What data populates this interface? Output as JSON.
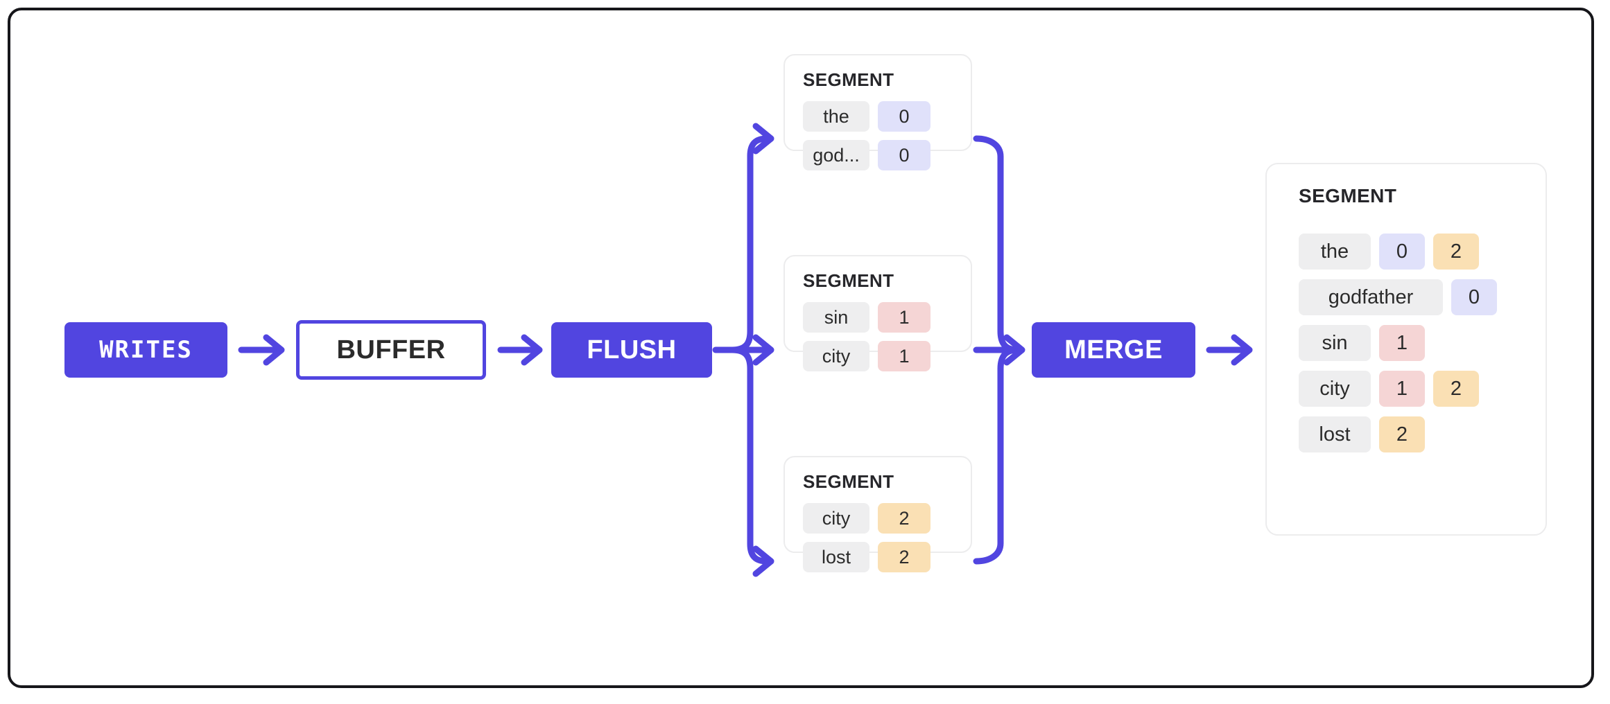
{
  "theme": {
    "accent": "#5145e0",
    "frame_border": "#16161a",
    "key_chip_bg": "#eeeeef",
    "value_blue": "#e0e1fa",
    "value_pink": "#f5d5d5",
    "value_amber": "#fae0b4",
    "card_border": "#ececed",
    "text_dark": "#2b2b2b"
  },
  "pipeline": {
    "writes": {
      "label": "WRITES",
      "style": "solid"
    },
    "buffer": {
      "label": "BUFFER",
      "style": "outline"
    },
    "flush": {
      "label": "FLUSH",
      "style": "solid"
    },
    "merge": {
      "label": "MERGE",
      "style": "solid"
    }
  },
  "segments": [
    {
      "title": "SEGMENT",
      "rows": [
        {
          "key": "the",
          "values": [
            {
              "text": "0",
              "color": "blue"
            }
          ]
        },
        {
          "key": "god...",
          "values": [
            {
              "text": "0",
              "color": "blue"
            }
          ]
        }
      ]
    },
    {
      "title": "SEGMENT",
      "rows": [
        {
          "key": "sin",
          "values": [
            {
              "text": "1",
              "color": "pink"
            }
          ]
        },
        {
          "key": "city",
          "values": [
            {
              "text": "1",
              "color": "pink"
            }
          ]
        }
      ]
    },
    {
      "title": "SEGMENT",
      "rows": [
        {
          "key": "city",
          "values": [
            {
              "text": "2",
              "color": "amber"
            }
          ]
        },
        {
          "key": "lost",
          "values": [
            {
              "text": "2",
              "color": "amber"
            }
          ]
        }
      ]
    }
  ],
  "merged": {
    "title": "SEGMENT",
    "rows": [
      {
        "key": "the",
        "wide": false,
        "values": [
          {
            "text": "0",
            "color": "blue"
          },
          {
            "text": "2",
            "color": "amber"
          }
        ]
      },
      {
        "key": "godfather",
        "wide": true,
        "values": [
          {
            "text": "0",
            "color": "blue"
          }
        ]
      },
      {
        "key": "sin",
        "wide": false,
        "values": [
          {
            "text": "1",
            "color": "pink"
          }
        ]
      },
      {
        "key": "city",
        "wide": false,
        "values": [
          {
            "text": "1",
            "color": "pink"
          },
          {
            "text": "2",
            "color": "amber"
          }
        ]
      },
      {
        "key": "lost",
        "wide": false,
        "values": [
          {
            "text": "2",
            "color": "amber"
          }
        ]
      }
    ]
  }
}
